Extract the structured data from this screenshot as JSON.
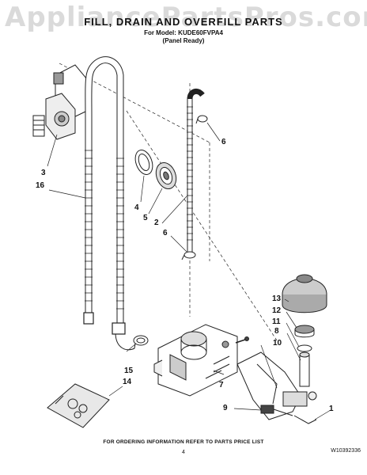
{
  "watermark": "AppliancePartsPros.com",
  "header": {
    "title": "FILL, DRAIN AND OVERFILL PARTS",
    "model_line": "For Model: KUDE60FVPA4",
    "variant_line": "(Panel Ready)"
  },
  "callouts": [
    "1",
    "2",
    "3",
    "4",
    "5",
    "6",
    "6",
    "7",
    "8",
    "9",
    "10",
    "11",
    "12",
    "13",
    "14",
    "15",
    "16"
  ],
  "footer": {
    "ordering_note": "FOR ORDERING INFORMATION REFER TO PARTS PRICE LIST",
    "page_number": "4",
    "document_number": "W10392336"
  }
}
